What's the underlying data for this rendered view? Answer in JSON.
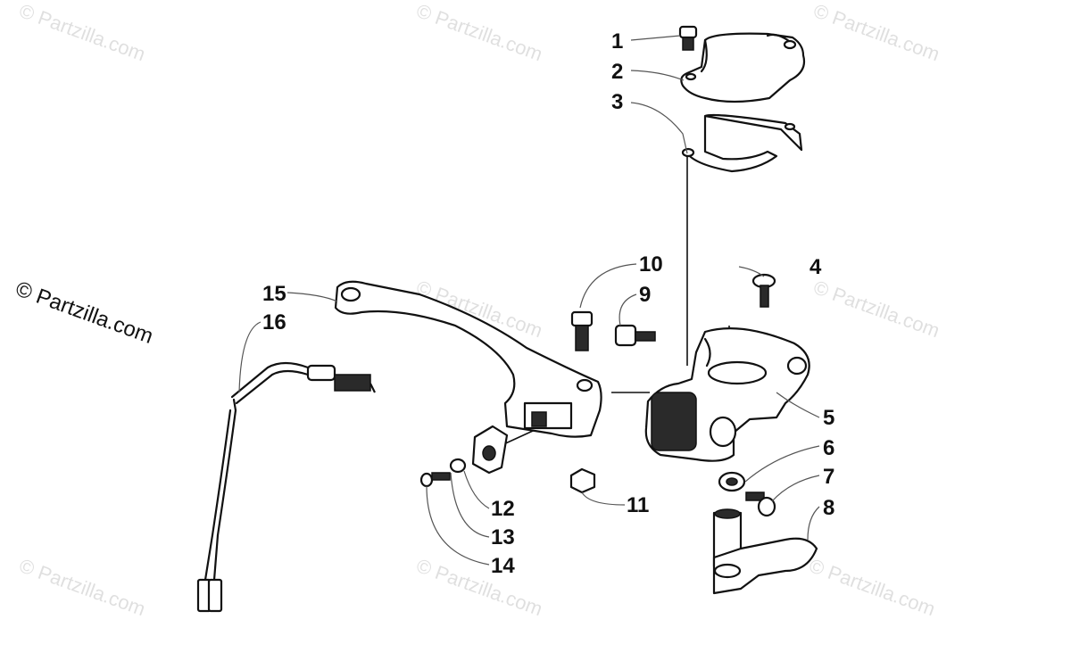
{
  "watermark": {
    "text": "© Partzilla.com"
  },
  "callouts": [
    {
      "id": "1",
      "label": "1"
    },
    {
      "id": "2",
      "label": "2"
    },
    {
      "id": "3",
      "label": "3"
    },
    {
      "id": "4",
      "label": "4"
    },
    {
      "id": "5",
      "label": "5"
    },
    {
      "id": "6",
      "label": "6"
    },
    {
      "id": "7",
      "label": "7"
    },
    {
      "id": "8",
      "label": "8"
    },
    {
      "id": "9",
      "label": "9"
    },
    {
      "id": "10",
      "label": "10"
    },
    {
      "id": "11",
      "label": "11"
    },
    {
      "id": "12",
      "label": "12"
    },
    {
      "id": "13",
      "label": "13"
    },
    {
      "id": "14",
      "label": "14"
    },
    {
      "id": "15",
      "label": "15"
    },
    {
      "id": "16",
      "label": "16"
    }
  ],
  "colors": {
    "line": "#111111",
    "background": "#ffffff",
    "watermark": "#000000"
  }
}
